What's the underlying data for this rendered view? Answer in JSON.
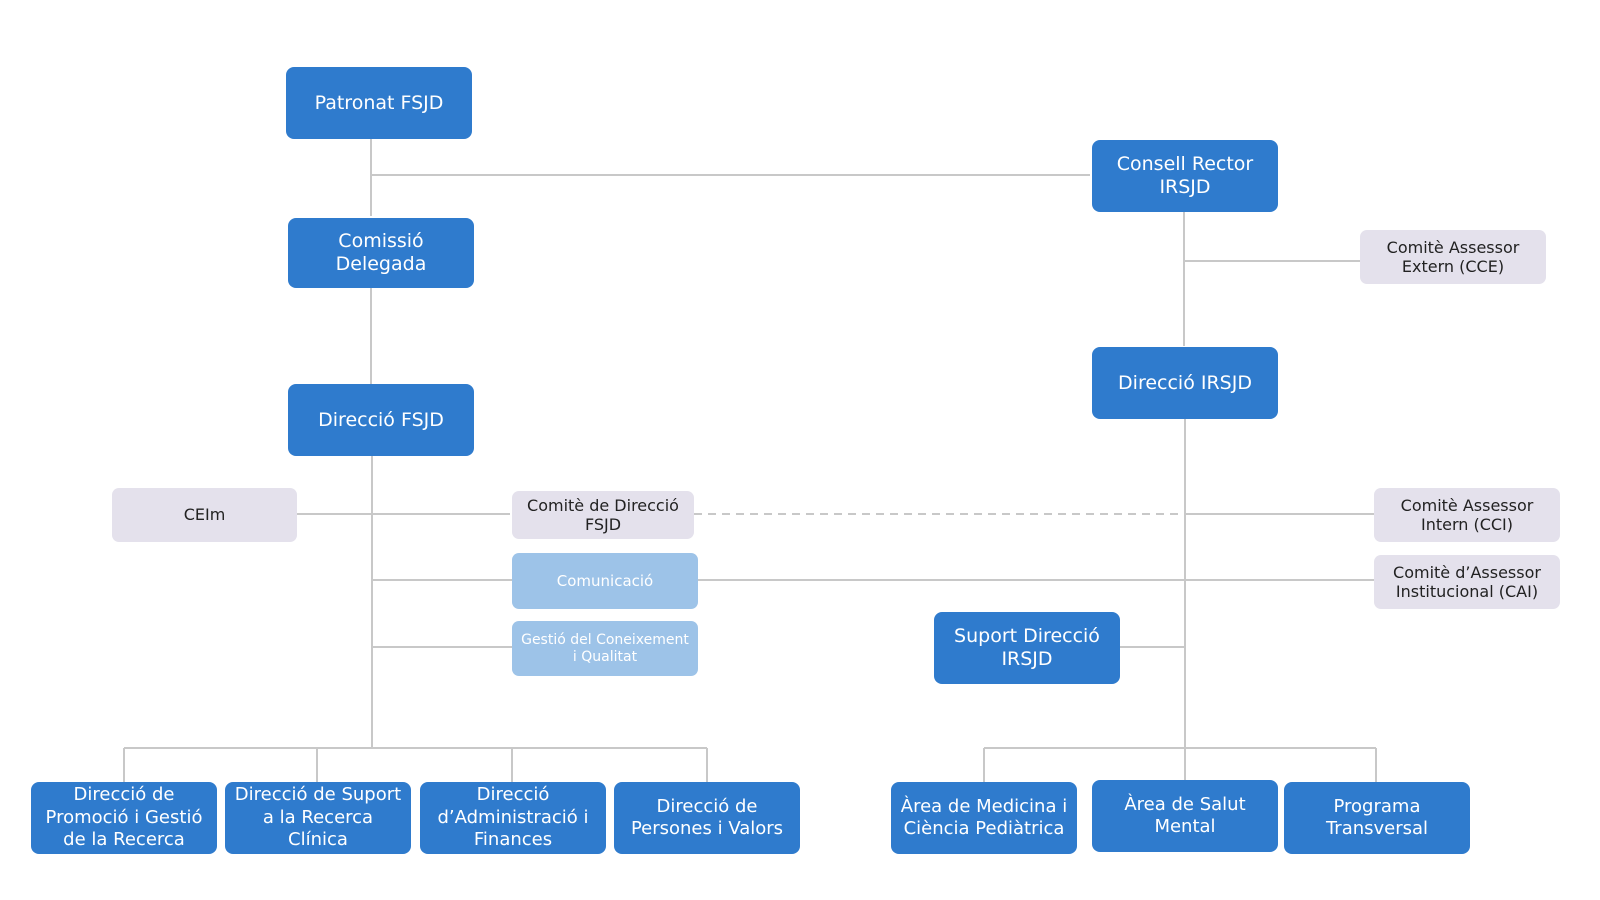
{
  "colors": {
    "primary_box": "#2f7bcd",
    "committee_box": "#e4e1ec",
    "support_box": "#9dc3e8",
    "connector": "#c8c8c8"
  },
  "left_branch": {
    "patronat": "Patronat FSJD",
    "comissio_delegada": "Comissió Delegada",
    "direccio_fsjd": "Direcció FSJD",
    "ceim": "CEIm",
    "comite_direccio": "Comitè de Direcció FSJD",
    "comunicacio": "Comunicació",
    "gestio_coneixement": "Gestió del Coneixement i Qualitat",
    "departments": [
      "Direcció de Promoció i Gestió de la Recerca",
      "Direcció de Suport a la Recerca Clínica",
      "Direcció d’Administració i Finances",
      "Direcció de Persones i Valors"
    ]
  },
  "right_branch": {
    "consell_rector": "Consell Rector IRSJD",
    "comite_extern": "Comitè Assessor Extern (CCE)",
    "direccio_irsjd": "Direcció IRSJD",
    "comite_intern": "Comitè Assessor Intern (CCI)",
    "comite_institucional": "Comitè d’Assessor Institucional (CAI)",
    "suport_direccio": "Suport Direcció IRSJD",
    "areas": [
      "Àrea de Medicina i Ciència Pediàtrica",
      "Àrea de Salut Mental",
      "Programa Transversal"
    ]
  }
}
